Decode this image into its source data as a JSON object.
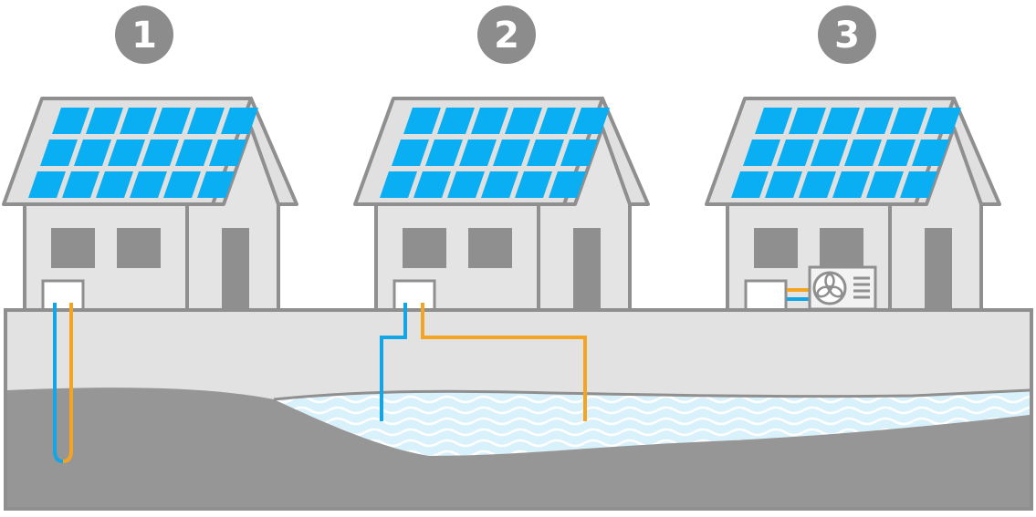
{
  "labels": [
    "1",
    "2",
    "3"
  ],
  "colors": {
    "badge": "#8c8c8c",
    "badge_text": "#ffffff",
    "house_wall": "#e4e4e4",
    "house_outline": "#8f8f8f",
    "window": "#8f8f8f",
    "roof": "#e0e0e0",
    "solar_panel": "#0aaef2",
    "topsoil": "#e2e2e2",
    "bedrock": "#969696",
    "water": "#d9f1fb",
    "water_wave": "#ffffff",
    "pipe_cold": "#14a5e4",
    "pipe_hot": "#f4a420",
    "unit_body": "#f2f2f2"
  },
  "icons": {
    "outdoor_unit": "fan-icon"
  }
}
